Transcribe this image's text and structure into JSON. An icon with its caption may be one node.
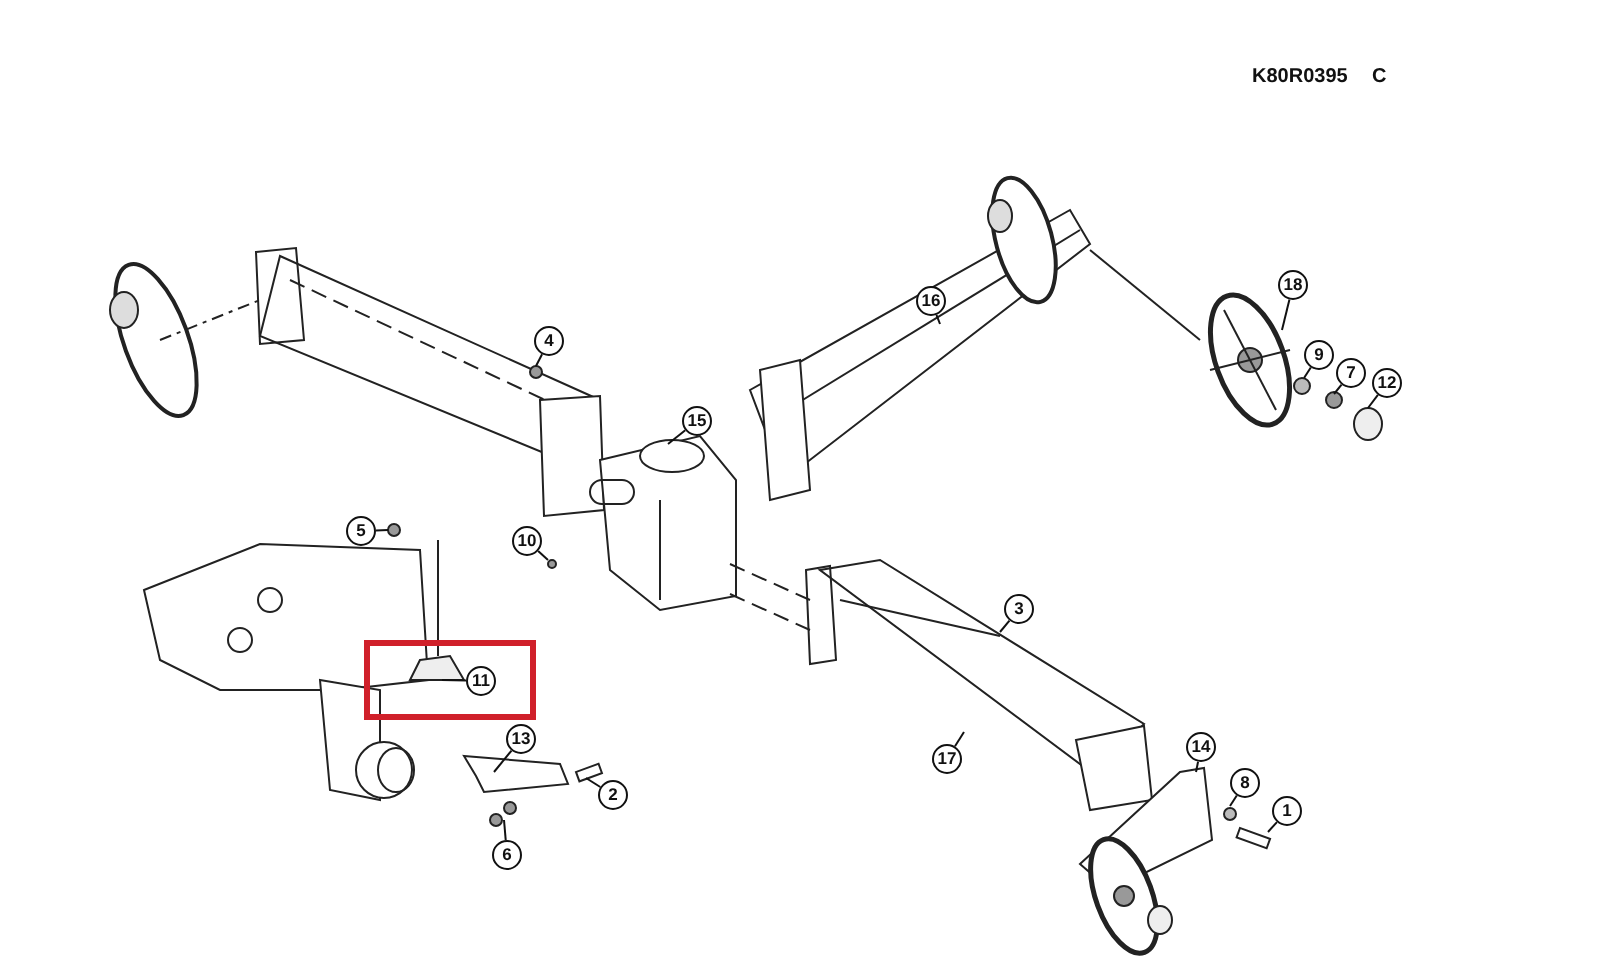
{
  "diagram": {
    "nodes": [
      {
        "text": [
          "18"
        ]
      },
      {
        "text": [
          "16"
        ]
      },
      {
        "text": [
          "4"
        ]
      },
      {
        "text": [
          "9"
        ]
      },
      {
        "text": [
          "7"
        ]
      },
      {
        "text": [
          "12"
        ]
      },
      {
        "text": [
          "15"
        ]
      },
      {
        "text": [
          "5"
        ]
      },
      {
        "text": [
          "10"
        ]
      },
      {
        "text": [
          "3"
        ]
      },
      {
        "text": [],
        "shape": "box"
      },
      {
        "text": [
          "11"
        ],
        "in": 10
      },
      {
        "text": [
          "13"
        ]
      },
      {
        "text": [
          "17"
        ]
      },
      {
        "text": [
          "14"
        ]
      },
      {
        "text": [
          "8"
        ]
      },
      {
        "text": [
          "2"
        ]
      },
      {
        "text": [
          "1"
        ]
      },
      {
        "text": [
          "6"
        ]
      }
    ],
    "edges": [
      {
        "from": 0,
        "to": null,
        "arrow": "none"
      },
      {
        "from": 1,
        "to": null,
        "arrow": "none"
      },
      {
        "from": 2,
        "to": null,
        "arrow": "none"
      },
      {
        "from": 3,
        "to": null,
        "arrow": "none"
      },
      {
        "from": 4,
        "to": null,
        "arrow": "none"
      },
      {
        "from": 5,
        "to": null,
        "arrow": "none"
      },
      {
        "from": 6,
        "to": null,
        "arrow": "none"
      },
      {
        "from": 7,
        "to": null,
        "arrow": "none"
      },
      {
        "from": 8,
        "to": null,
        "arrow": "none"
      },
      {
        "from": 9,
        "to": null,
        "arrow": "none"
      },
      {
        "from": 11,
        "to": null,
        "arrow": "none"
      },
      {
        "from": 12,
        "to": null,
        "arrow": "none"
      },
      {
        "from": 13,
        "to": null,
        "arrow": "none"
      },
      {
        "from": 14,
        "to": null,
        "arrow": "none"
      },
      {
        "from": 15,
        "to": null,
        "arrow": "none"
      },
      {
        "from": 16,
        "to": null,
        "arrow": "none"
      },
      {
        "from": 17,
        "to": null,
        "arrow": "none"
      },
      {
        "from": 18,
        "to": null,
        "arrow": "none"
      }
    ],
    "labels": [
      "K80R0395",
      "C"
    ]
  }
}
